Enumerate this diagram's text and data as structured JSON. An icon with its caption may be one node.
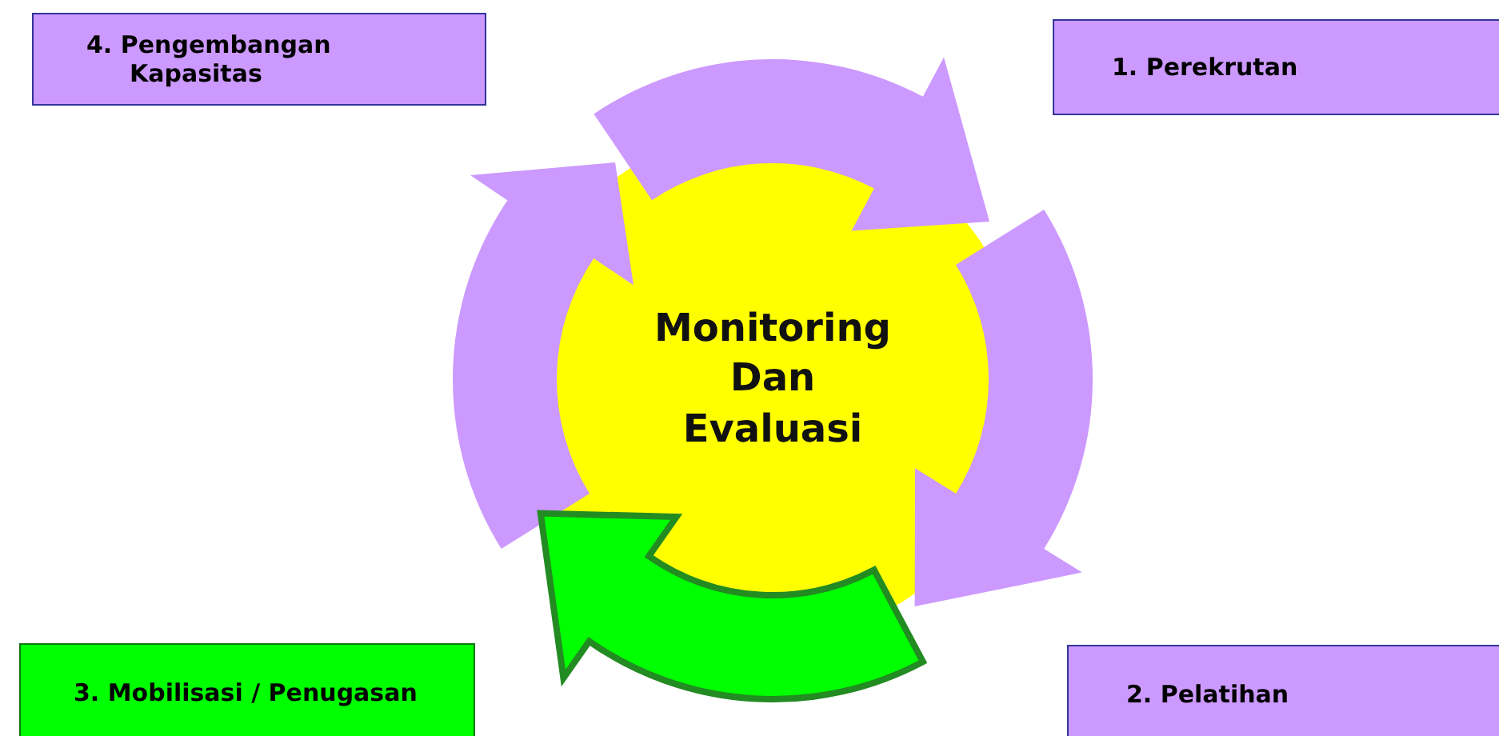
{
  "diagram": {
    "nodes": [
      {
        "text": [
          "4. Pengembangan Kapasitas"
        ]
      },
      {
        "text": [
          "1. Perekrutan"
        ]
      },
      {
        "text": [
          "Monitoring Dan Evaluasi"
        ]
      },
      {
        "text": [
          "3. Mobilisasi / Penugasan"
        ]
      },
      {
        "text": [
          "2. Pelatihan"
        ]
      },
      {
        "text": [],
        "shape": "arrow"
      },
      {
        "text": [],
        "shape": "arrow"
      },
      {
        "text": [],
        "shape": "arrow"
      },
      {
        "text": [],
        "shape": "arrow"
      }
    ]
  }
}
